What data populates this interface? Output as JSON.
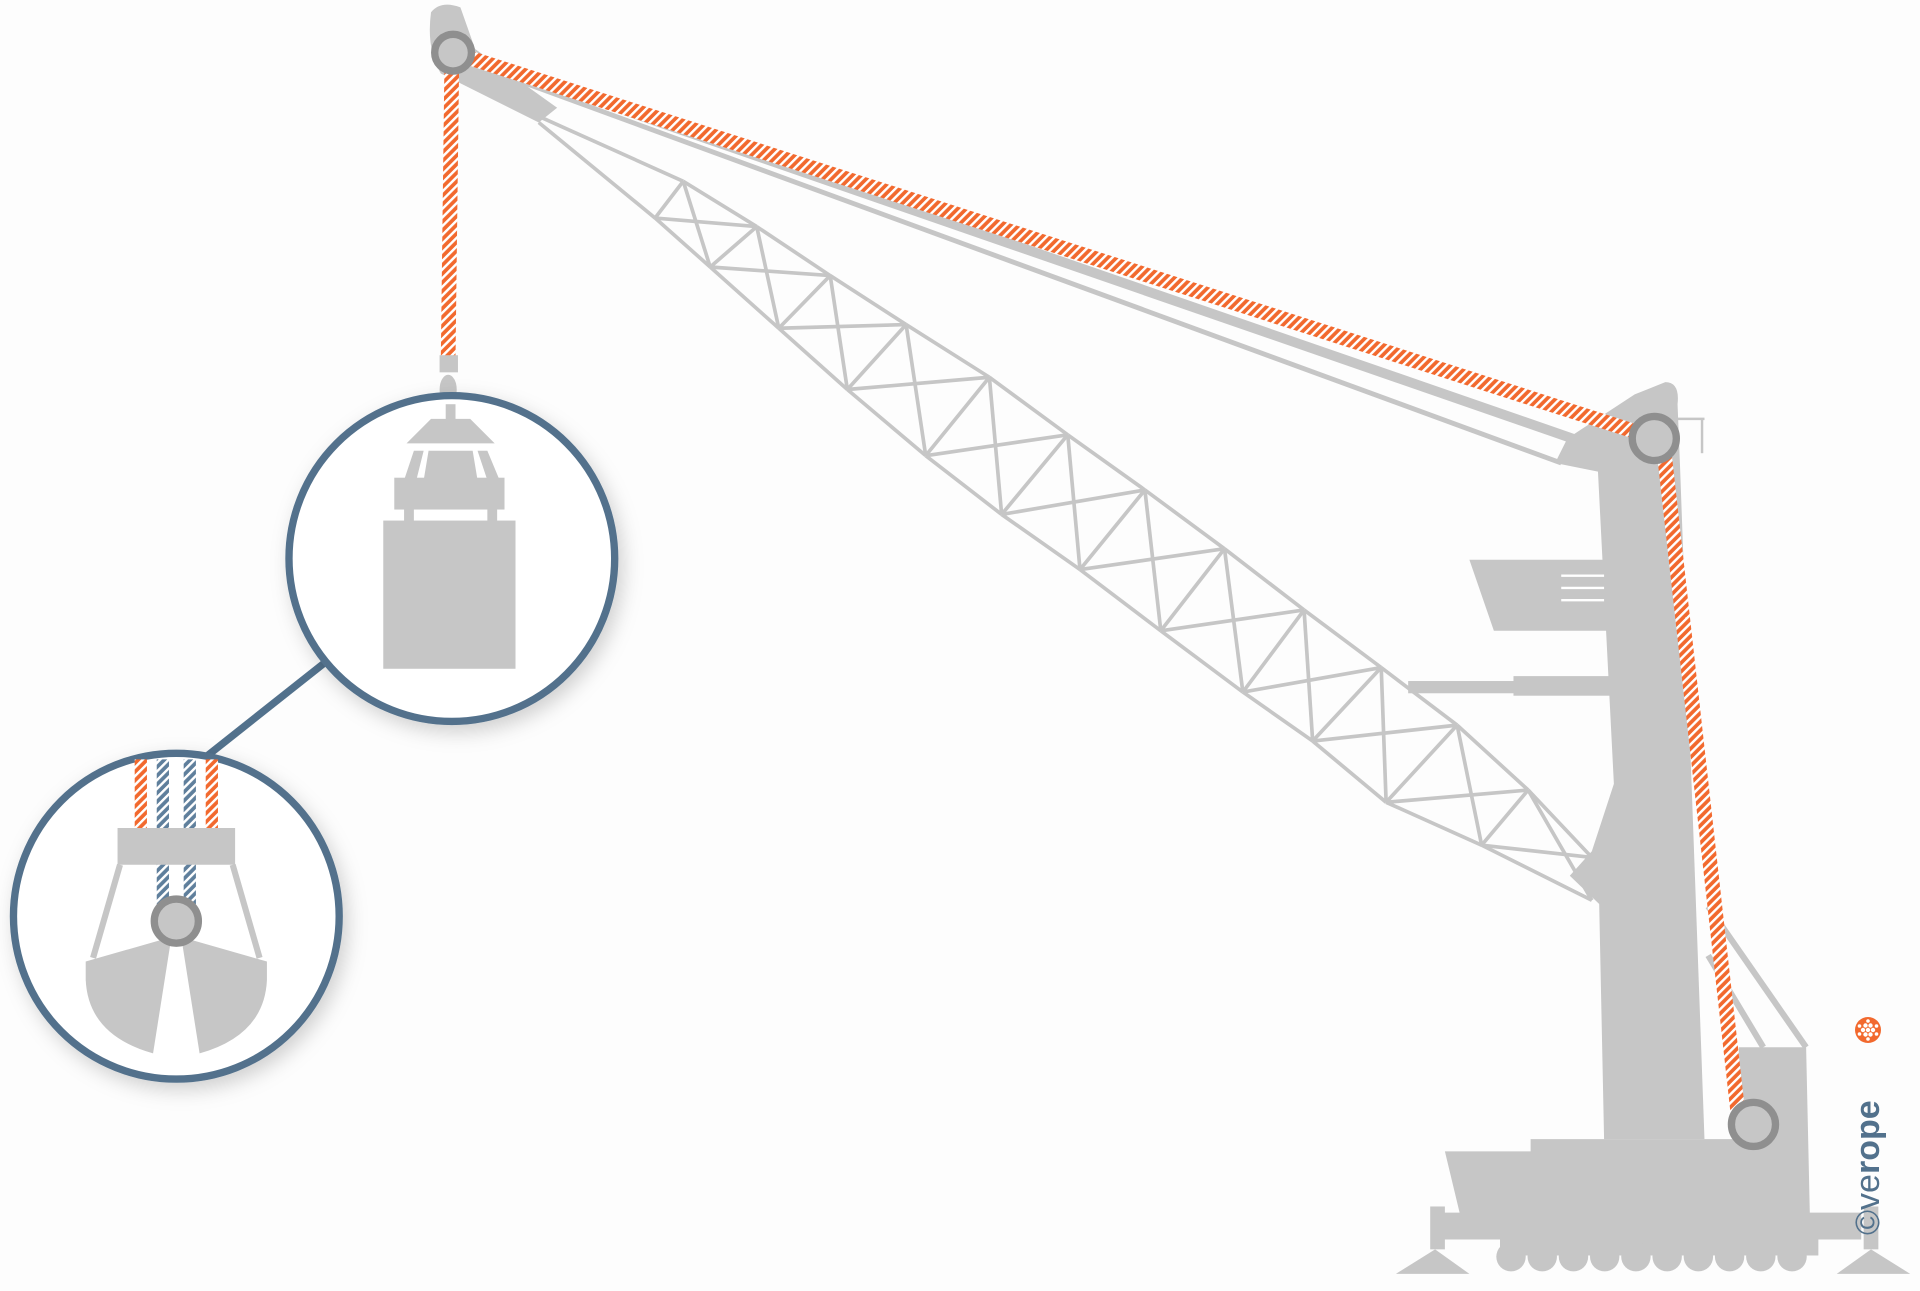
{
  "logo": {
    "copyright": "©",
    "brand_light": "ve",
    "brand_bold": "rope",
    "brand": "verope"
  },
  "colors": {
    "structure": "#c6c6c6",
    "rope": "#f2692e",
    "rope_stripe": "#ffffff",
    "inset_ring": "#52718c",
    "pulley": "#8f8f8f",
    "steel_rope": "#5f7f9c"
  },
  "icons": {
    "logo_mark": "rope-cross-section-icon"
  }
}
